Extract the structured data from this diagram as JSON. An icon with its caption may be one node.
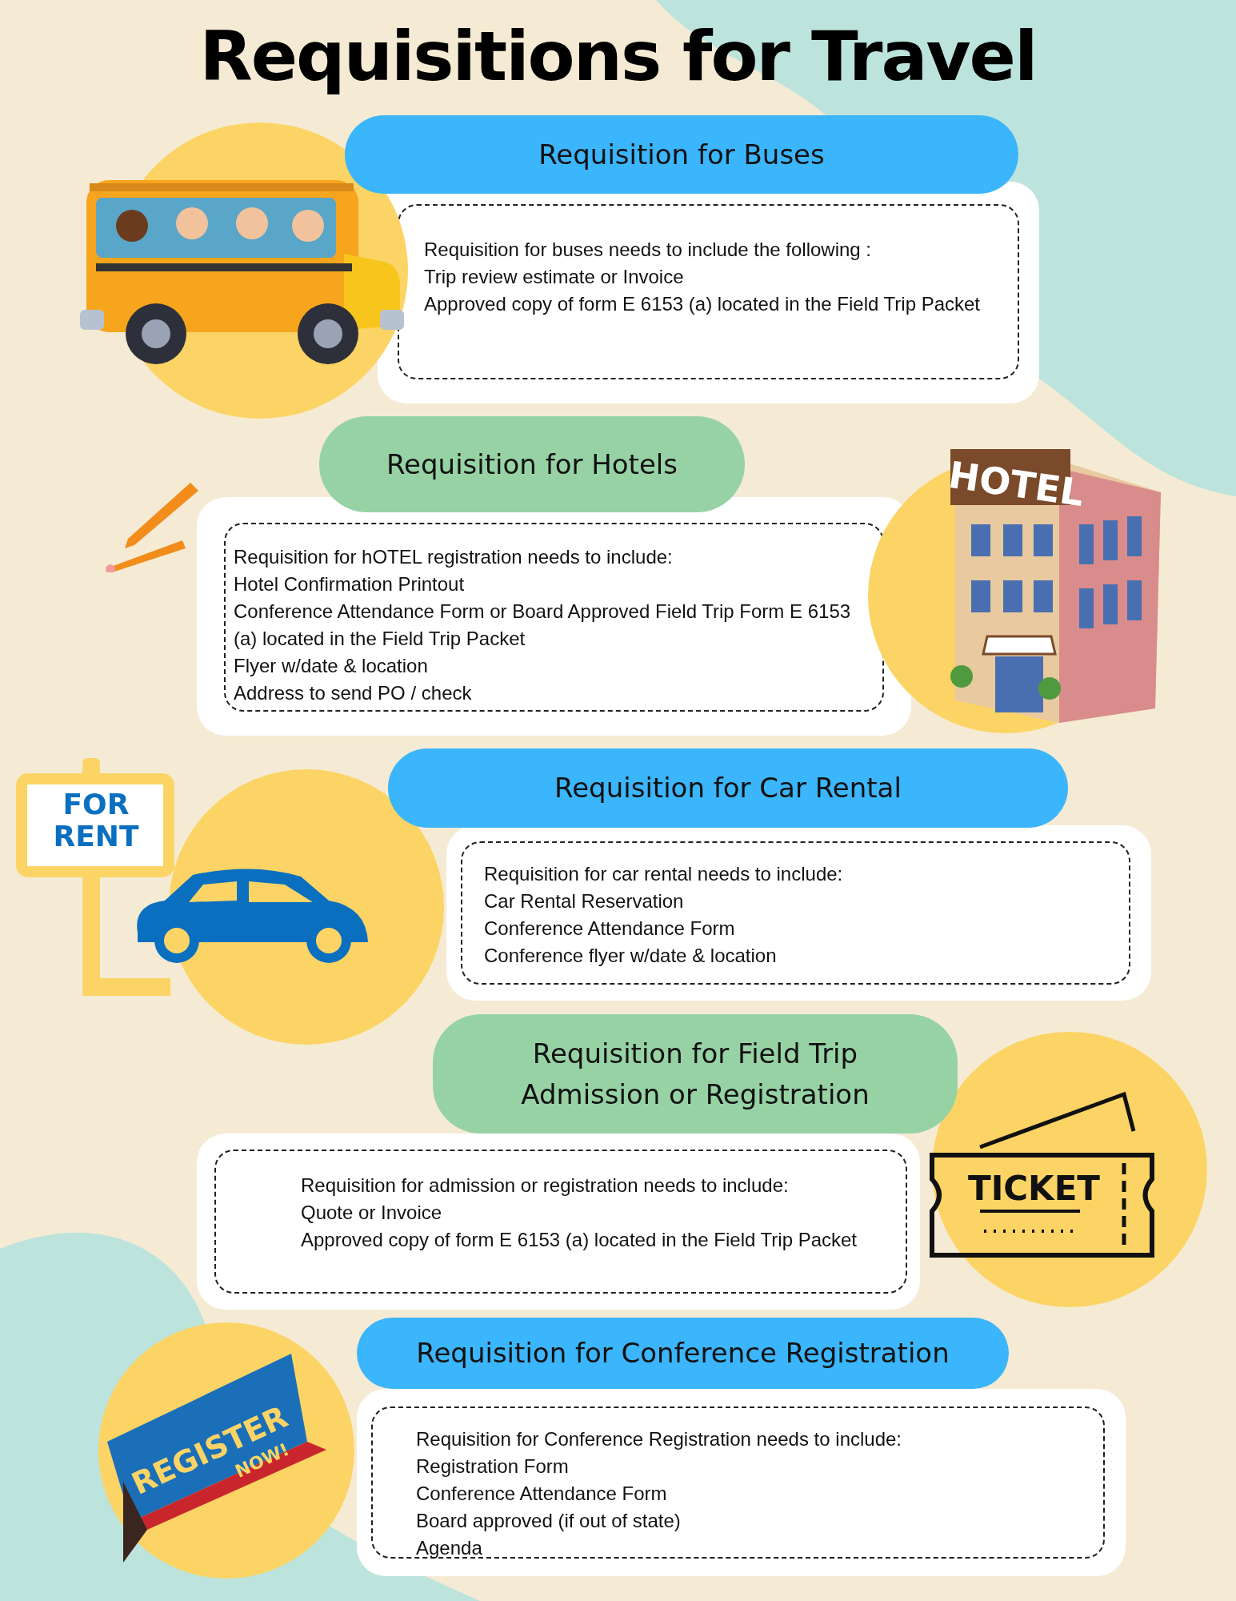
{
  "diagram": {
    "title": "Requisitions for Travel",
    "nodes": [
      {
        "text": [
          "Requisition for Buses"
        ]
      },
      {
        "text": [
          "Requisition for buses needs to include the following :",
          "Trip review estimate or Invoice",
          "Approved copy of form E 6153 (a) located in the Field Trip Packet"
        ]
      },
      {
        "text": [
          "Requisition for Hotels"
        ]
      },
      {
        "text": [
          "Requisition for hOTEL registration needs to include:",
          "Hotel Confirmation Printout",
          "Conference Attendance Form or Board Approved Field Trip Form E 6153 (a) located in the Field Trip Packet",
          "Flyer w/date & location",
          "Address to send PO / check"
        ]
      },
      {
        "text": [
          "Requisition for Car Rental"
        ]
      },
      {
        "text": [
          "Requisition for car rental needs to include:",
          "Car Rental Reservation",
          "Conference Attendance Form",
          "Conference flyer w/date & location"
        ]
      },
      {
        "text": [
          "Requisition for Field Trip Admission or Registration"
        ]
      },
      {
        "text": [
          "Requisition for admission or registration needs to include:",
          "Quote or Invoice",
          "Approved copy of form E 6153 (a) located in the Field Trip Packet"
        ]
      },
      {
        "text": [
          "Requisition for Conference Registration"
        ]
      },
      {
        "text": [
          "Requisition for Conference Registration needs to include:",
          "Registration Form",
          "Conference Attendance Form",
          "Board approved (if out of state)",
          "Agenda"
        ]
      }
    ],
    "labels": [
      "HOTEL",
      "FOR RENT",
      "TICKET",
      "REGISTER",
      "NOW!"
    ]
  }
}
